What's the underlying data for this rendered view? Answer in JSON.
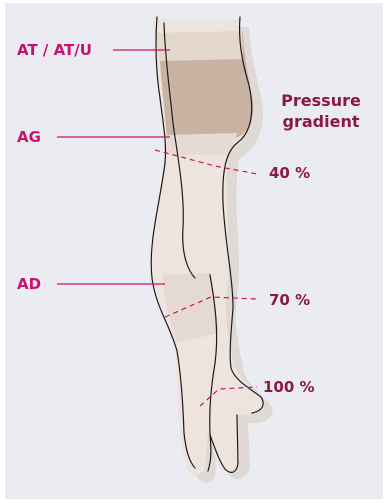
{
  "labels": {
    "at": "AT / AT/U",
    "ag": "AG",
    "ad": "AD"
  },
  "pressure": {
    "title_line1": "Pressure",
    "title_line2": "gradient",
    "values": [
      "40 %",
      "70 %",
      "100 %"
    ]
  },
  "colors": {
    "background": "#eaecf1",
    "label": "#c9126f",
    "pressure_text": "#8a1a3e",
    "stocking_light": "#ece4dd",
    "stocking_dark": "#c8b3a2"
  }
}
